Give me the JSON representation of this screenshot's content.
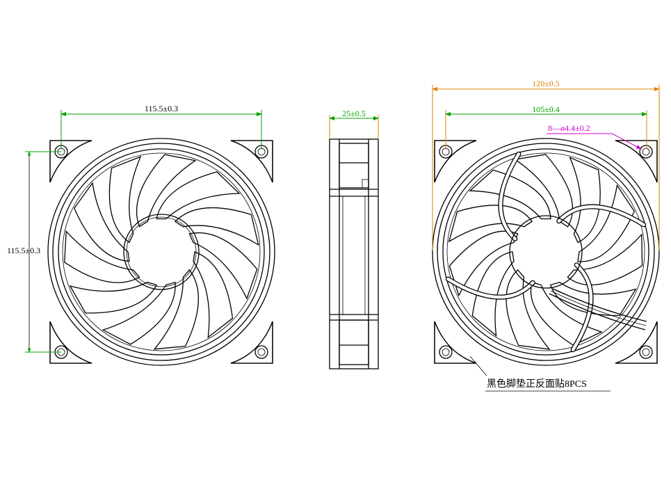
{
  "dimensions": {
    "front_width": "115.5±0.3",
    "front_height": "115.5±0.3",
    "side_thickness": "25±0.5",
    "rear_overall": "120±0.5",
    "rear_hole_spacing": "105±0.4",
    "rear_holes": "8—ø4.4±0.2"
  },
  "note": "黑色脚垫正反面贴8PCS",
  "colors": {
    "outline": "#000000",
    "dim_green": "#00a000",
    "dim_orange": "#e08000",
    "dim_magenta": "#cc00cc"
  },
  "icons": {
    "front_view": "fan-front-view-icon",
    "side_view": "fan-side-view-icon",
    "rear_view": "fan-rear-view-icon"
  }
}
